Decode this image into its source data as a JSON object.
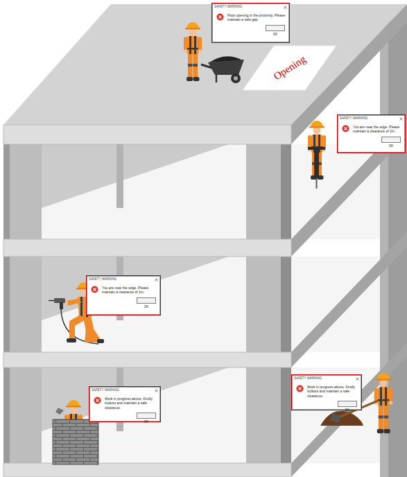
{
  "diagram": {
    "nodes": [
      {
        "text": [
          "SAFETY WARNING",
          "Floor opening in the proximity. Please maintain a safe gap."
        ]
      },
      {
        "text": [
          "OK"
        ],
        "in": 0
      },
      {
        "text": [
          "Opening"
        ]
      },
      {
        "text": [
          "SAFETY WARNING",
          "You are near the edge. Please maintain a clearance of 1m."
        ]
      },
      {
        "text": [
          "OK"
        ],
        "in": 3
      },
      {
        "text": [
          "SAFETY WARNING",
          "You are near the edge. Please maintain a clearance of 1m."
        ]
      },
      {
        "text": [
          "OK"
        ],
        "in": 5
      },
      {
        "text": [
          "SAFETY WARNING",
          "Work in progress above. Kindly lookout and maintain a safe clearance."
        ]
      },
      {
        "text": [
          "OK"
        ],
        "in": 7
      },
      {
        "text": [
          "SAFETY WARNING",
          "Work in progress above. Kindly lookout and maintain a safe clearance."
        ]
      },
      {
        "text": [
          "OK"
        ],
        "in": 9
      }
    ]
  }
}
